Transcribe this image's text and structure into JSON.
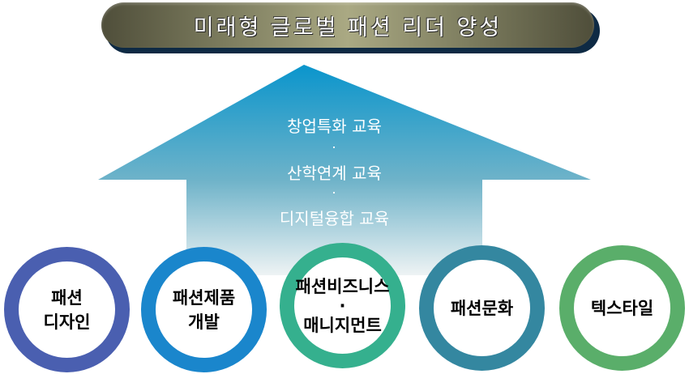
{
  "title": "미래형 글로벌 패션 리더 양성",
  "arrow": {
    "lines": [
      "창업특화 교육",
      "산학연계 교육",
      "디지털융합 교육"
    ],
    "separator": "·",
    "gradient_top": "#0a95cc",
    "gradient_bottom": "#e6eef0"
  },
  "circles": [
    {
      "line1": "패션",
      "line2": "디자인",
      "color": "#4a5fb0"
    },
    {
      "line1": "패션제품",
      "line2": "개발",
      "color": "#1a86cc"
    },
    {
      "line1": "패션비즈니스",
      "mid": "·",
      "line2": "매니지먼트",
      "color": "#35b08e"
    },
    {
      "line1": "패션문화",
      "line2": "",
      "color": "#3487a0"
    },
    {
      "line1": "텍스타일",
      "line2": "",
      "color": "#5aae6a"
    }
  ]
}
